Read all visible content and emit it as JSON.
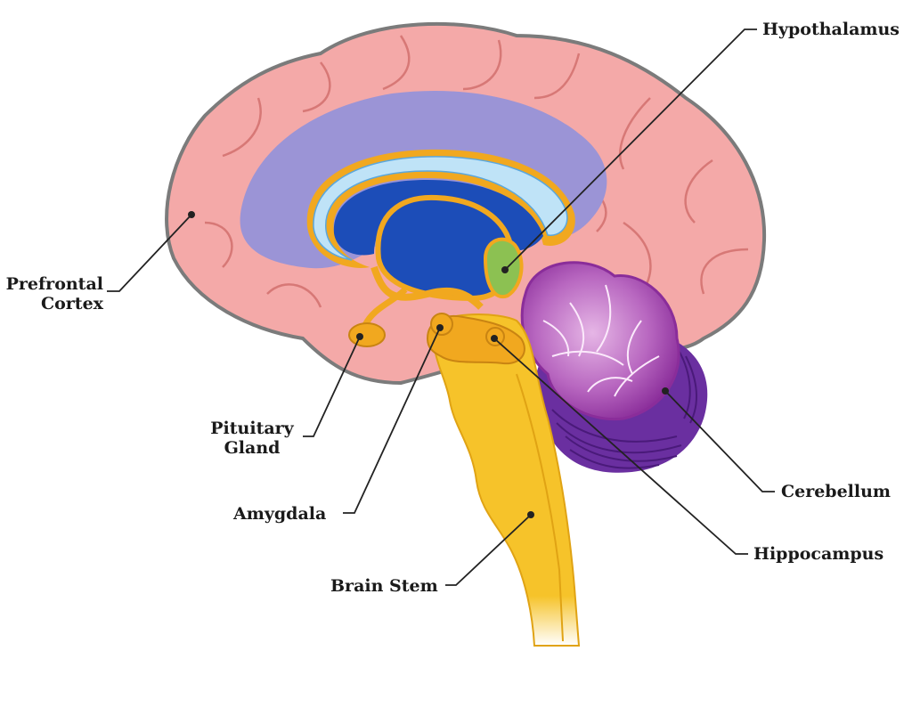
{
  "labels": {
    "hypothalamus": "Hypothalamus",
    "prefrontal_line1": "Prefrontal",
    "prefrontal_line2": "Cortex",
    "pituitary_line1": "Pituitary",
    "pituitary_line2": "Gland",
    "amygdala": "Amygdala",
    "brain_stem": "Brain Stem",
    "cerebellum": "Cerebellum",
    "hippocampus": "Hippocampus"
  },
  "colors": {
    "cortex": "#f4a9a8",
    "cortex_outline": "#7b7b7b",
    "ventricle_lavender": "#9b94d6",
    "corpus_callosum_blue": "#1c4db8",
    "corpus_stripe": "#bfe3f7",
    "fornix_gold": "#f1a81f",
    "brain_stem_yellow": "#f6c32a",
    "hypothalamus_green": "#8cc152",
    "cerebellum_purple": "#8a2d9a",
    "cerebellum_pale": "#d9a9dd",
    "cerebellum_base": "#6a2fa0"
  }
}
